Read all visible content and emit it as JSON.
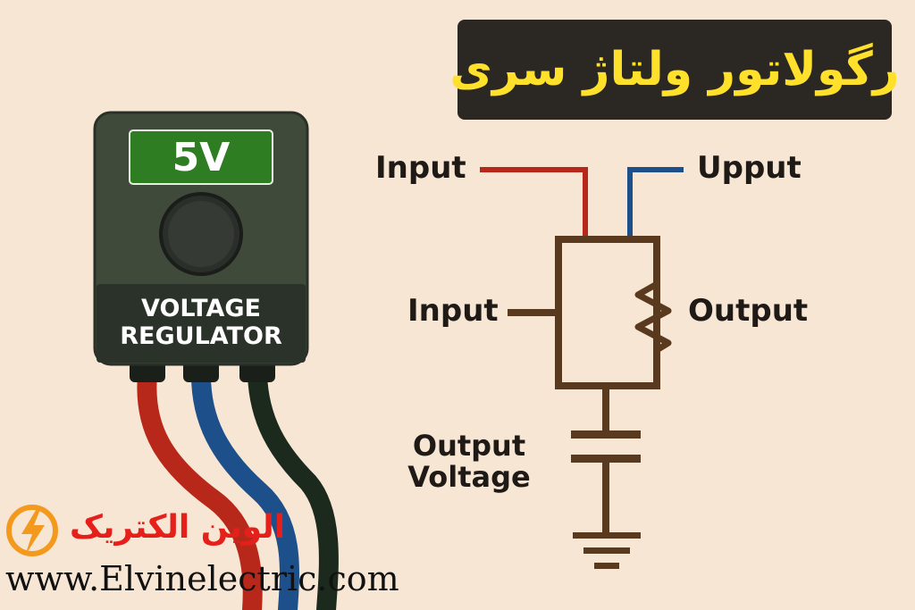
{
  "title": "رگولاتور ولتاژ سری",
  "module": {
    "badge": "5V",
    "label_line1": "VOLTAGE",
    "label_line2": "REGULATOR"
  },
  "schematic": {
    "label_input_top": "Input",
    "label_output_top": "Upput",
    "label_input_mid": "Input",
    "label_output_mid": "Output",
    "label_output_voltage_line1": "Output",
    "label_output_voltage_line2": "Voltage"
  },
  "branding": {
    "name": "الوین الکتریک",
    "url": "www.Elvinelectric.com",
    "logo_icon": "lightning-bolt-icon"
  },
  "colors": {
    "background": "#f7e6d4",
    "title_bg": "#2b2723",
    "title_text": "#ffe02a",
    "wire_red": "#b8281a",
    "wire_blue": "#1d4f8a",
    "wire_black": "#1c2a1e",
    "circuit": "#5a3a1e",
    "module_body": "#3f4a3a",
    "badge_green": "#2f7d22",
    "brand_red": "#e5201b",
    "logo_orange": "#f39a1e"
  }
}
